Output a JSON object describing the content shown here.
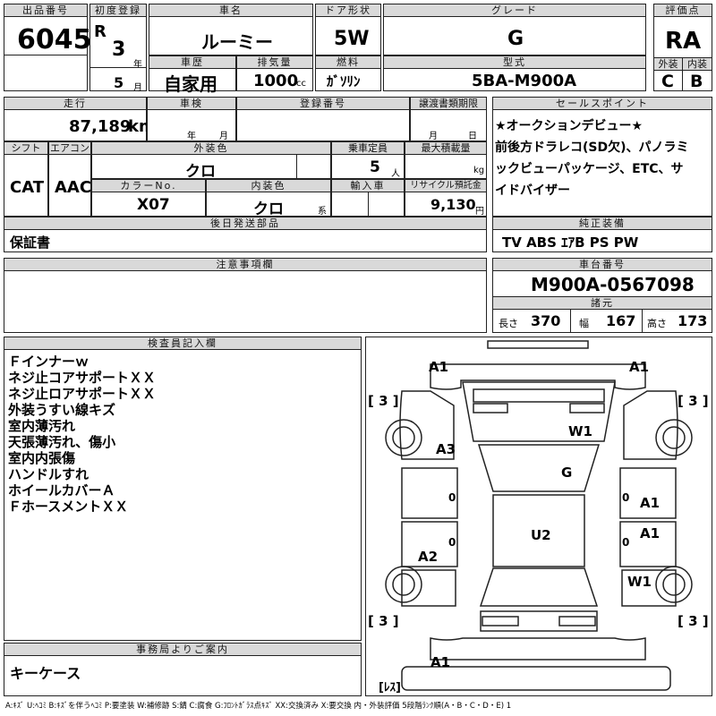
{
  "header": {
    "lot_label": "出品番号",
    "lot_no": "6045",
    "first_reg_label": "初度登録",
    "era": "R",
    "year": "3",
    "year_unit": "年",
    "month": "5",
    "month_unit": "月",
    "name_label": "車名",
    "name": "ルーミー",
    "doors_label": "ドア形状",
    "doors": "5W",
    "grade_label": "グレード",
    "grade": "G",
    "score_label": "評価点",
    "score": "RA",
    "history_label": "車歴",
    "history": "自家用",
    "displacement_label": "排気量",
    "displacement": "1000",
    "displacement_unit": "cc",
    "fuel_label": "燃料",
    "fuel": "ｶﾞｿﾘﾝ",
    "model_label": "型式",
    "model": "5BA-M900A",
    "exterior_label": "外装",
    "exterior": "C",
    "interior_label": "内装",
    "interior": "B"
  },
  "row2": {
    "mileage_label": "走行",
    "mileage": "87,189",
    "mileage_unit": "km",
    "inspection_label": "車検",
    "insp_year_unit": "年",
    "insp_month_unit": "月",
    "regno_label": "登録番号",
    "transfer_label": "譲渡書類期限",
    "transfer_month": "月",
    "transfer_day": "日",
    "shift_label": "シフト",
    "shift": "CAT",
    "ac_label": "エアコン",
    "ac": "AAC",
    "color_label": "外装色",
    "color": "クロ",
    "capacity_label": "乗車定員",
    "capacity": "5",
    "capacity_unit": "人",
    "maxload_label": "最大積載量",
    "maxload_unit": "kg",
    "colorno_label": "カラーNo.",
    "colorno": "X07",
    "intcolor_label": "内装色",
    "intcolor": "クロ",
    "intcolor_unit": "系",
    "import_label": "輸入車",
    "recycle_label": "リサイクル預託金",
    "recycle": "9,130",
    "recycle_unit": "円"
  },
  "selling_points": {
    "label": "セールスポイント",
    "lines": [
      "★オークションデビュー★",
      "前後方ドラレコ(SD欠)、パノラミ",
      "ックビューパッケージ、ETC、サ",
      "イドバイザー"
    ]
  },
  "later_parts": {
    "label": "後日発送部品",
    "value": "保証書"
  },
  "equipment": {
    "label": "純正装備",
    "value": "TV ABS ｴｱB PS PW"
  },
  "notes": {
    "label": "注意事項欄"
  },
  "chassis": {
    "label": "車台番号",
    "value": "M900A-0567098"
  },
  "specs": {
    "label": "諸元",
    "length_label": "長さ",
    "length": "370",
    "width_label": "幅",
    "width": "167",
    "height_label": "高さ",
    "height": "173"
  },
  "inspector": {
    "label": "検査員記入欄",
    "lines": [
      "Ｆインナーｗ",
      "ネジ止コアサポートＸＸ",
      "ネジ止ロアサポートＸＸ",
      "外装うすい線キズ",
      "室内薄汚れ",
      "天張薄汚れ、傷小",
      "室内内張傷",
      "ハンドルすれ",
      "ホイールカバーＡ",
      "ＦホースメントＸＸ"
    ]
  },
  "office": {
    "label": "事務局よりご案内",
    "value": "キーケース"
  },
  "damage": {
    "a1_fl": "A1",
    "a1_fr": "A1",
    "w1_hood": "W1",
    "g_glass": "G",
    "a3_left": "A3",
    "a1_right1": "A1",
    "a1_right2": "A1",
    "u2_roof": "U2",
    "a2_left": "A2",
    "w1_right": "W1",
    "a1_rear": "A1",
    "tire_fl": "[ 3 ]",
    "tire_fr": "[ 3 ]",
    "tire_rl": "[ 3 ]",
    "tire_rr": "[ 3 ]",
    "spare": "[ﾚｽ]",
    "zero1": "0",
    "zero2": "0",
    "zero3": "0",
    "zero4": "0"
  },
  "legend": "A:ｷｽﾞ U:ﾍｺﾐ B:ｷｽﾞを伴うﾍｺﾐ P:要塗装 W:補修跡 S:錆 C:腐食 G:ﾌﾛﾝﾄｶﾞﾗｽ点ｷｽﾞ XX:交換済み X:要交換 内・外装評価 5段階ﾗﾝｸ順(A・B・C・D・E) 1"
}
